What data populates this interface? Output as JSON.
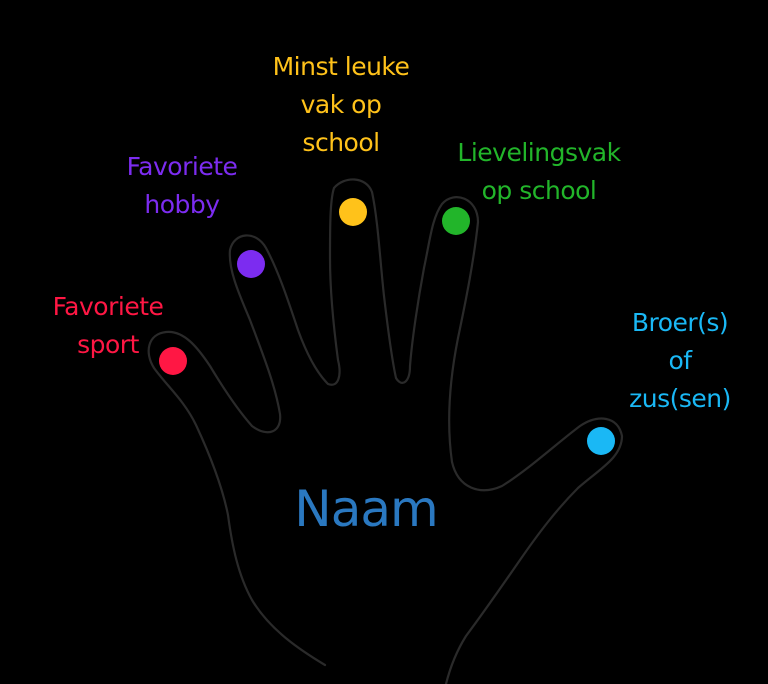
{
  "name_label": "Naam",
  "colors": {
    "background": "#000000",
    "outline": "#2a2a2a",
    "sport": "#ff1744",
    "hobby": "#7c2cf0",
    "least_subject": "#ffc21a",
    "favorite_subject": "#22b52a",
    "siblings": "#1ab8f5",
    "name": "#2a78c0"
  },
  "fingers": [
    {
      "id": "sport",
      "lines": [
        "Favoriete",
        "sport"
      ],
      "color": "#ff1744",
      "icon": "dot-icon"
    },
    {
      "id": "hobby",
      "lines": [
        "Favoriete",
        "hobby"
      ],
      "color": "#7c2cf0",
      "icon": "dot-icon"
    },
    {
      "id": "least_subject",
      "lines": [
        "Minst leuke",
        "vak op",
        "school"
      ],
      "color": "#ffc21a",
      "icon": "dot-icon"
    },
    {
      "id": "favorite_subject",
      "lines": [
        "Lievelingsvak",
        "op school"
      ],
      "color": "#22b52a",
      "icon": "dot-icon"
    },
    {
      "id": "siblings",
      "lines": [
        "Broer(s)",
        "of",
        "zus(sen)"
      ],
      "color": "#1ab8f5",
      "icon": "dot-icon"
    }
  ]
}
